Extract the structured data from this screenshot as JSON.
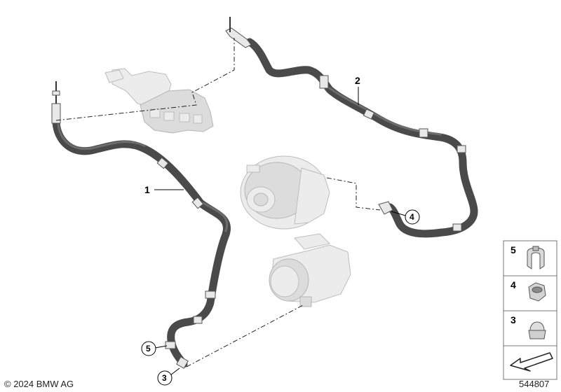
{
  "part_labels": {
    "hose_1": "1",
    "hose_2": "2"
  },
  "callouts": {
    "c3": "3",
    "c4": "4",
    "c5": "5"
  },
  "legend": {
    "items": [
      {
        "number": "5",
        "part": "hose clamp",
        "icon": "clamp-icon"
      },
      {
        "number": "4",
        "part": "hex nut",
        "icon": "hex-nut-icon"
      },
      {
        "number": "3",
        "part": "cap nut",
        "icon": "cap-nut-icon"
      }
    ],
    "bottom_icon": "arrow-direction-icon"
  },
  "footer": {
    "copyright": "© 2024 BMW AG",
    "diagram_number": "544807"
  }
}
